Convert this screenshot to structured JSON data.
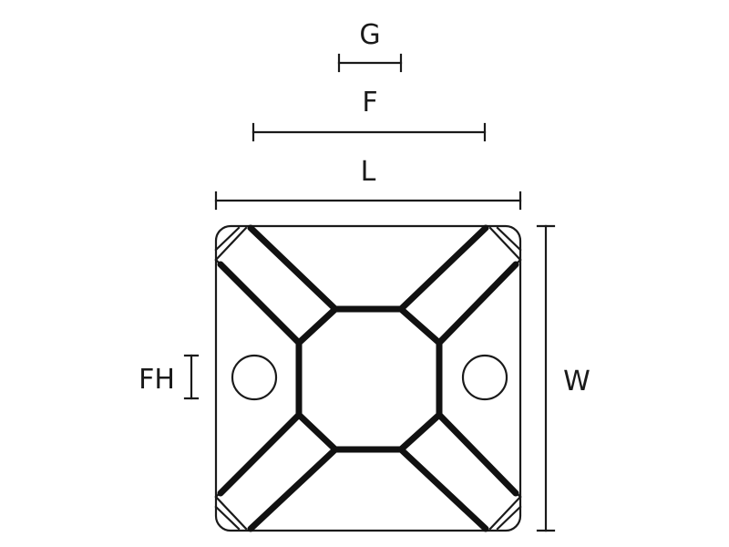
{
  "labels": {
    "g": "G",
    "f": "F",
    "l": "L",
    "fh": "FH",
    "w": "W"
  },
  "colors": {
    "line": "#1a1a1a",
    "background": "#ffffff"
  }
}
